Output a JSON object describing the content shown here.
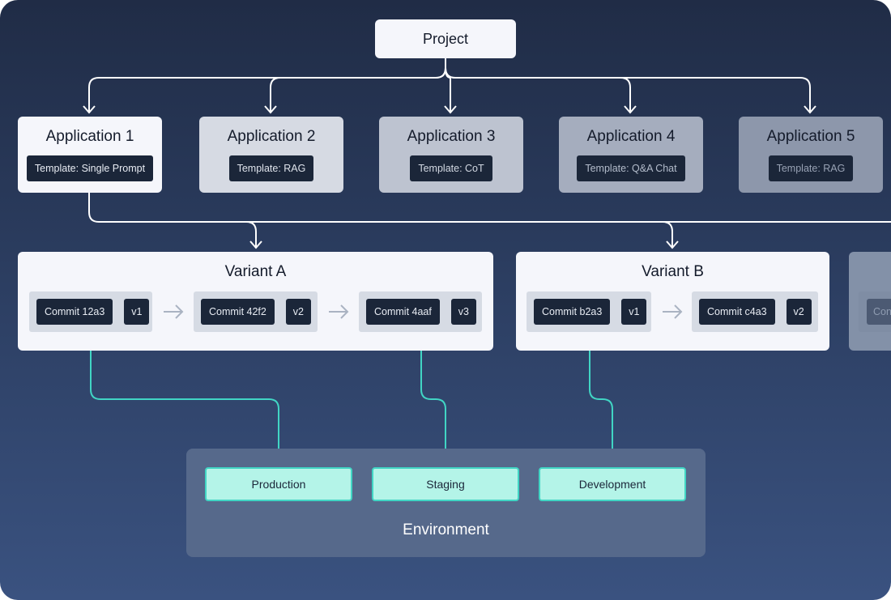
{
  "project": {
    "label": "Project"
  },
  "applications": [
    {
      "title": "Application 1",
      "template": "Template: Single Prompt",
      "bg": "#f5f6fb",
      "tpl_color": "#e8ecf3"
    },
    {
      "title": "Application 2",
      "template": "Template: RAG",
      "bg": "#d6dae3",
      "tpl_color": "#dfe4ec"
    },
    {
      "title": "Application 3",
      "template": "Template: CoT",
      "bg": "#bdc3d0",
      "tpl_color": "#d2d8e2"
    },
    {
      "title": "Application 4",
      "template": "Template: Q&A Chat",
      "bg": "#a5adbe",
      "tpl_color": "#b3bccb"
    },
    {
      "title": "Application 5",
      "template": "Template: RAG",
      "bg": "#8d97ab",
      "tpl_color": "#98a2b4"
    }
  ],
  "variants": [
    {
      "title": "Variant A",
      "commits": [
        {
          "name": "Commit 12a3",
          "version": "v1"
        },
        {
          "name": "Commit 42f2",
          "version": "v2"
        },
        {
          "name": "Commit 4aaf",
          "version": "v3"
        }
      ]
    },
    {
      "title": "Variant B",
      "commits": [
        {
          "name": "Commit b2a3",
          "version": "v1"
        },
        {
          "name": "Commit c4a3",
          "version": "v2"
        }
      ]
    }
  ],
  "ghost_variant": {
    "commit_partial": "Con"
  },
  "environment": {
    "label": "Environment",
    "stages": [
      "Production",
      "Staging",
      "Development"
    ]
  },
  "colors": {
    "background_top": "#202c46",
    "background_bottom": "#3a5280",
    "connector_white": "#ffffff",
    "connector_teal": "#41d5c4",
    "env_button": "#b4f4e8"
  }
}
